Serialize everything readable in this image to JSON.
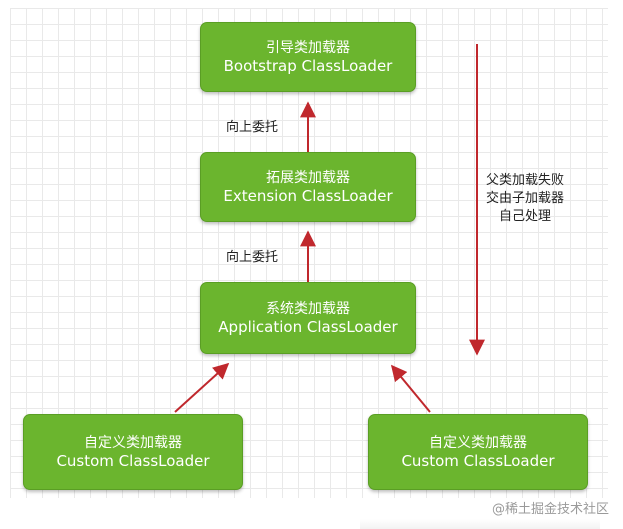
{
  "nodes": {
    "bootstrap": {
      "zh": "引导类加载器",
      "en": "Bootstrap ClassLoader"
    },
    "extension": {
      "zh": "拓展类加载器",
      "en": "Extension ClassLoader"
    },
    "application": {
      "zh": "系统类加载器",
      "en": "Application ClassLoader"
    },
    "custom_left": {
      "zh": "自定义类加载器",
      "en": "Custom ClassLoader"
    },
    "custom_right": {
      "zh": "自定义类加载器",
      "en": "Custom ClassLoader"
    }
  },
  "edge_labels": {
    "ext_to_boot": "向上委托",
    "app_to_ext": "向上委托"
  },
  "side_note": {
    "line1": "父类加载失败",
    "line2": "交由子加载器",
    "line3": "自己处理"
  },
  "watermark": "@稀土掘金技术社区",
  "colors": {
    "node_fill": "#6bb52e",
    "arrow": "#c0282d",
    "grid": "#e9e9e9"
  }
}
